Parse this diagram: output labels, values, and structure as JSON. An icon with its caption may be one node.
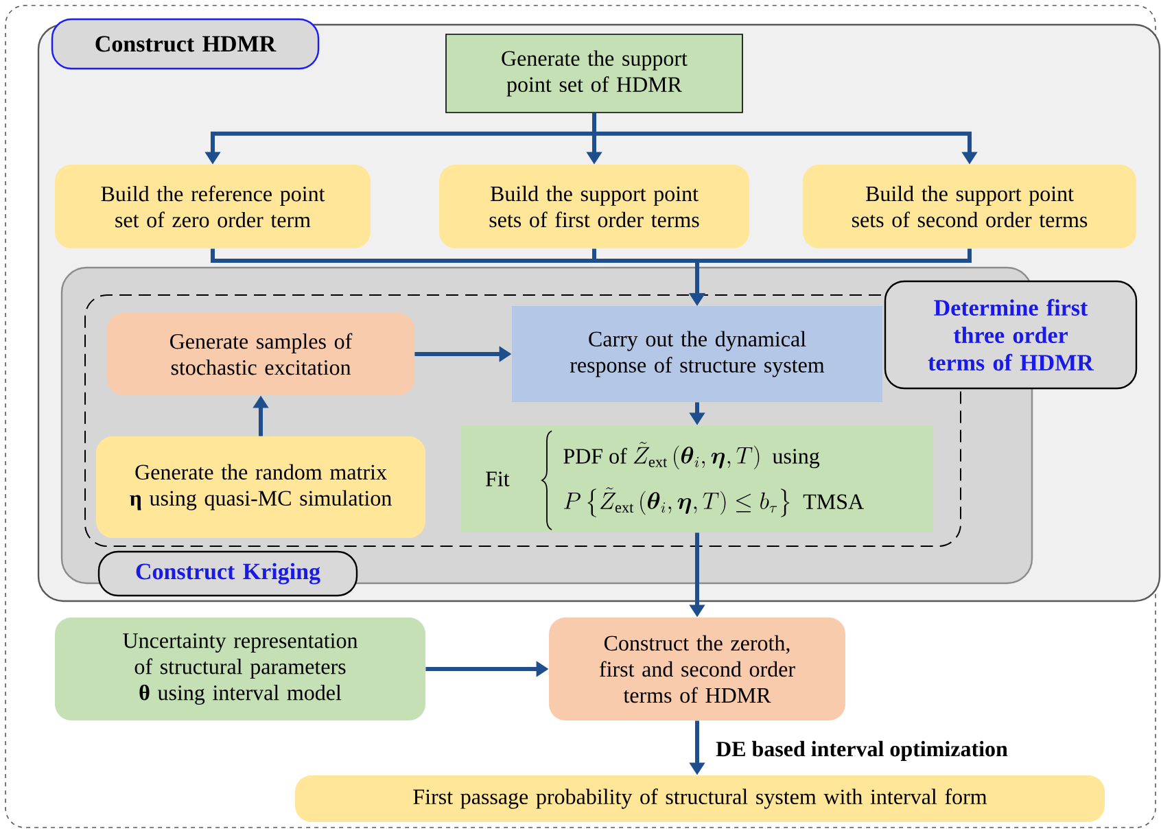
{
  "diagram": {
    "nodes": [
      {
        "text": [
          "Construct HDMR"
        ]
      },
      {
        "text": [
          "Generate the support point set of HDMR"
        ],
        "in": 0
      },
      {
        "text": [
          "Build the reference point set of zero order term"
        ],
        "in": 0
      },
      {
        "text": [
          "Build the support point sets of first order terms"
        ],
        "in": 0
      },
      {
        "text": [
          "Build the support point sets of second order terms"
        ],
        "in": 0
      },
      {
        "text": [
          "Construct Kriging"
        ],
        "in": 0
      },
      {
        "text": [
          "Determine first three order terms of HDMR"
        ],
        "in": 5
      },
      {
        "text": [
          "Generate samples of stochastic excitation"
        ],
        "in": 6
      },
      {
        "text": [
          "Carry out the dynamical response of structure system"
        ],
        "in": 6
      },
      {
        "text": [
          "Generate the random matrix **η** using quasi-MC simulation"
        ],
        "in": 6
      },
      {
        "text": [
          "Fit",
          "PDF of",
          "\\tilde{Z}_{\\mathrm{ext}}\\left(\\boldsymbol{\\theta}_i,\\boldsymbol{\\eta},T\\right)",
          "using",
          "P\\left\\{\\tilde{Z}_{\\mathrm{ext}}\\left(\\boldsymbol{\\theta}_i,\\boldsymbol{\\eta},T\\right)\\le b_\\tau\\right\\}",
          "TMSA"
        ],
        "in": 6
      },
      {
        "text": [
          "Uncertainty representation of structural parameters **θ** using interval model"
        ]
      },
      {
        "text": [
          "Construct the zeroth, first and second order terms of HDMR"
        ]
      },
      {
        "text": [
          "First passage probability of structural system with interval form"
        ]
      }
    ],
    "edges": [
      {
        "from": 1,
        "to": 2,
        "arrow": "to"
      },
      {
        "from": 1,
        "to": 3,
        "arrow": "to"
      },
      {
        "from": 1,
        "to": 4,
        "arrow": "to"
      },
      {
        "from": 2,
        "to": 8,
        "arrow": "to"
      },
      {
        "from": 3,
        "to": 8,
        "arrow": "to"
      },
      {
        "from": 4,
        "to": 8,
        "arrow": "to"
      },
      {
        "from": 7,
        "to": 8,
        "arrow": "to"
      },
      {
        "from": 9,
        "to": 7,
        "arrow": "to"
      },
      {
        "from": 8,
        "to": 10,
        "arrow": "to"
      },
      {
        "from": 10,
        "to": 12,
        "arrow": "to"
      },
      {
        "from": 11,
        "to": 12,
        "arrow": "to"
      },
      {
        "from": 12,
        "to": 13,
        "arrow": "to",
        "label": "DE based interval optimization"
      }
    ]
  }
}
